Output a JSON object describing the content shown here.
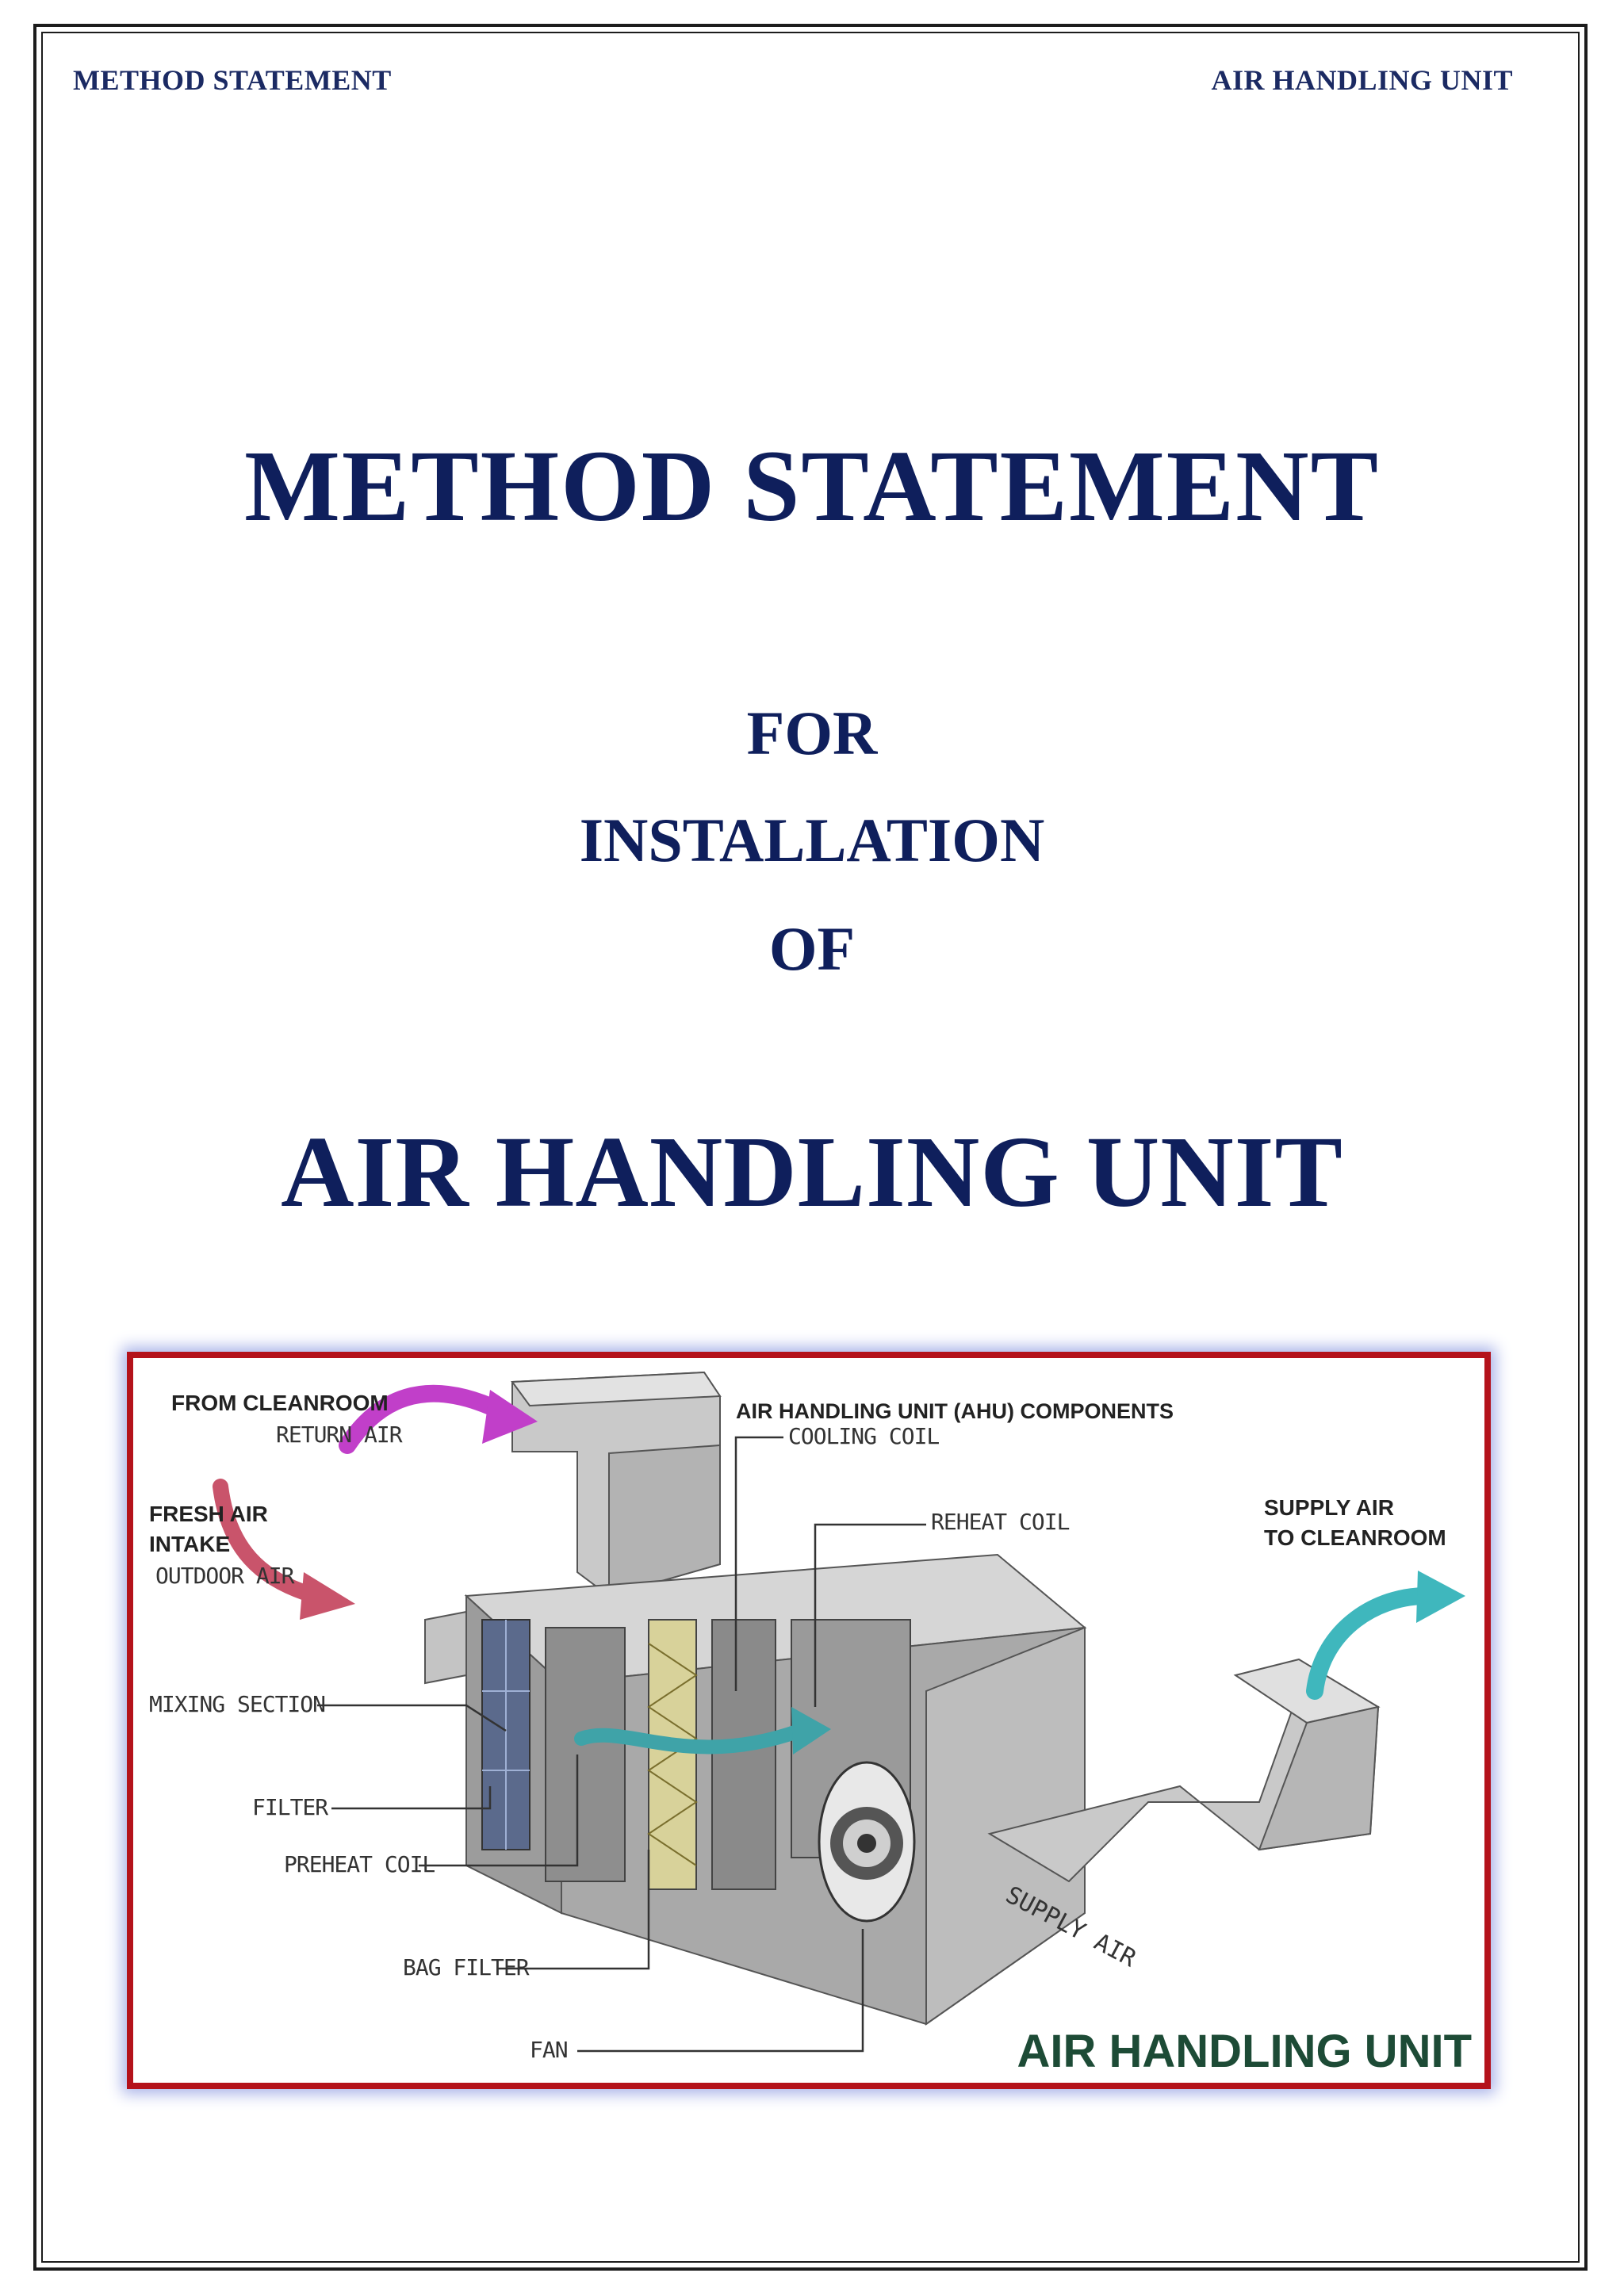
{
  "header": {
    "left": "METHOD STATEMENT",
    "right": "AIR HANDLING UNIT"
  },
  "title": {
    "main": "METHOD STATEMENT",
    "line_for": "FOR",
    "line_installation": "INSTALLATION",
    "line_of": "OF",
    "subject": "AIR HANDLING UNIT"
  },
  "figure": {
    "heading": "AIR HANDLING UNIT (AHU) COMPONENTS",
    "caption": "AIR HANDLING UNIT",
    "labels": {
      "from_cleanroom": "FROM CLEANROOM",
      "return_air": "RETURN AIR",
      "fresh_air": "FRESH AIR",
      "intake": "INTAKE",
      "outdoor_air": "OUTDOOR AIR",
      "supply_air_to": "SUPPLY AIR",
      "to_cleanroom": "TO CLEANROOM",
      "cooling_coil": "COOLING COIL",
      "reheat_coil": "REHEAT COIL",
      "mixing_section": "MIXING SECTION",
      "filter": "FILTER",
      "preheat_coil": "PREHEAT COIL",
      "bag_filter": "BAG FILTER",
      "fan": "FAN",
      "supply_air_duct": "SUPPLY AIR"
    },
    "colors": {
      "border": "#b4121b",
      "return_arrow": "#c13fc9",
      "fresh_arrow": "#c9546b",
      "supply_arrow": "#3fb7bd",
      "caption": "#1d4b36"
    }
  }
}
